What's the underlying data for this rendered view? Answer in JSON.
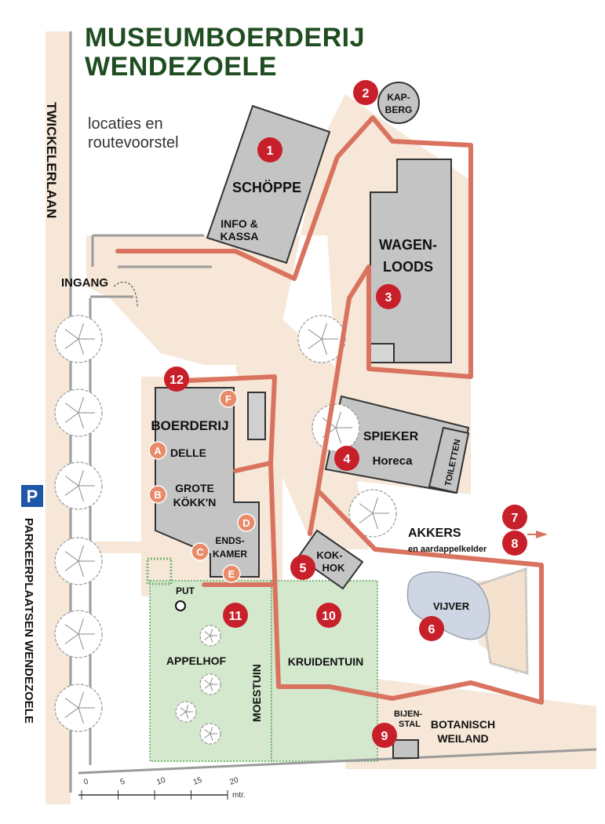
{
  "title": {
    "line1": "MUSEUMBOERDERIJ",
    "line2": "WENDEZOELE"
  },
  "subtitle": {
    "line1": "locaties en",
    "line2": "routevoorstel"
  },
  "roads": {
    "main": "TWICKELERLAAN",
    "parking": "PARKEERPLAATSEN WENDEZOELE",
    "parking_symbol": "P"
  },
  "entrance": "INGANG",
  "locations": [
    {
      "num": "1",
      "lines": [
        "SCHÖPPE"
      ]
    },
    {
      "num": "",
      "lines": [
        "INFO &",
        "KASSA"
      ]
    },
    {
      "num": "2",
      "lines": [
        "KAP-",
        "BERG"
      ]
    },
    {
      "num": "3",
      "lines": [
        "WAGEN-",
        "LOODS"
      ]
    },
    {
      "num": "4",
      "lines": [
        "SPIEKER",
        "Horeca"
      ]
    },
    {
      "num": "",
      "lines": [
        "TOILETTEN"
      ]
    },
    {
      "num": "5",
      "lines": [
        "KOK-",
        "HOK"
      ]
    },
    {
      "num": "6",
      "lines": [
        "VIJVER"
      ]
    },
    {
      "num": "7",
      "lines": [
        "AKKERS"
      ]
    },
    {
      "num": "8",
      "lines": [
        "en aardappelkelder"
      ]
    },
    {
      "num": "9",
      "lines": [
        "BIJEN-",
        "STAL"
      ]
    },
    {
      "num": "10",
      "lines": [
        "KRUIDENTUIN"
      ]
    },
    {
      "num": "11",
      "lines": [
        "MOESTUIN"
      ]
    },
    {
      "num": "12",
      "lines": [
        "BOERDERIJ"
      ]
    }
  ],
  "farm_rooms": [
    {
      "letter": "A",
      "lines": [
        "DELLE"
      ]
    },
    {
      "letter": "B",
      "lines": [
        "GROTE",
        "KÖKK'N"
      ]
    },
    {
      "letter": "C",
      "lines": []
    },
    {
      "letter": "D",
      "lines": [
        "ENDS-"
      ]
    },
    {
      "letter": "E",
      "lines": [
        "KAMER"
      ]
    },
    {
      "letter": "F",
      "lines": []
    }
  ],
  "areas": {
    "appelhof": "APPELHOF",
    "put": "PUT",
    "botanisch": [
      "BOTANISCH",
      "WEILAND"
    ]
  },
  "scale": {
    "ticks": [
      "0",
      "5",
      "10",
      "15",
      "20"
    ],
    "unit": "mtr."
  },
  "colors": {
    "title": "#1f4d20",
    "route": "#d9735f",
    "marker": "#c8202a",
    "letter_marker": "#e98a68",
    "building": "#c4c4c4",
    "path": "#f6e7d8",
    "garden": "#d4e8cd",
    "pond": "#cdd6e2"
  }
}
